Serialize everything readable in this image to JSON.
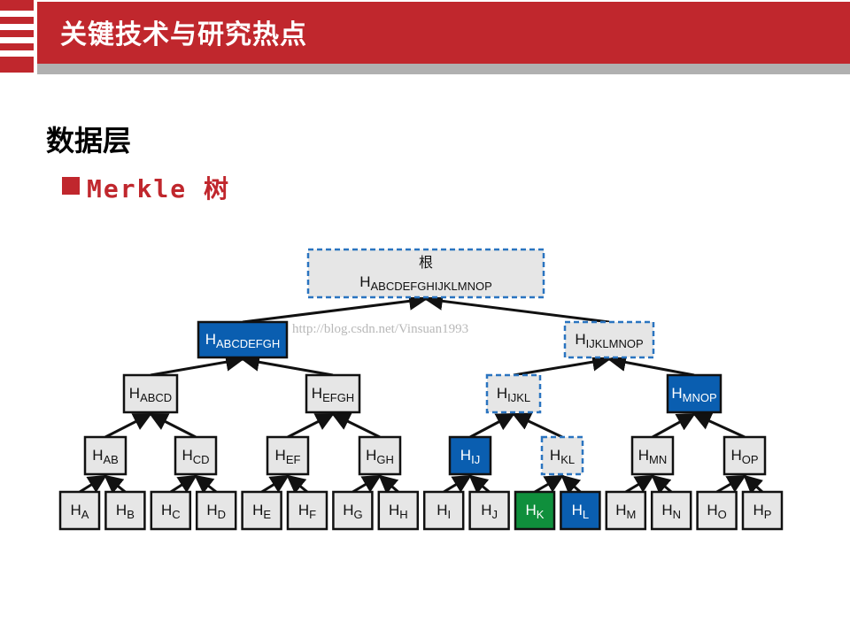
{
  "header": {
    "title": "关键技术与研究热点",
    "accent_color": "#c0272d"
  },
  "section": {
    "title": "数据层",
    "bullet_text": "Merkle 树"
  },
  "diagram": {
    "watermark": "http://blog.csdn.net/Vinsuan1993",
    "root_label": "根",
    "colors": {
      "default_fill": "#e6e6e6",
      "blue_fill": "#0a5eb0",
      "green_fill": "#0f8f3c",
      "dashed_stroke": "#2a74c0",
      "solid_stroke": "#111111"
    },
    "nodes": [
      {
        "id": "root",
        "main": "H",
        "sub": "ABCDEFGHIJKLMNOP",
        "style": "dashed"
      },
      {
        "id": "ABCDEFGH",
        "main": "H",
        "sub": "ABCDEFGH",
        "style": "blue"
      },
      {
        "id": "IJKLMNOP",
        "main": "H",
        "sub": "IJKLMNOP",
        "style": "dashed"
      },
      {
        "id": "ABCD",
        "main": "H",
        "sub": "ABCD",
        "style": "default"
      },
      {
        "id": "EFGH",
        "main": "H",
        "sub": "EFGH",
        "style": "default"
      },
      {
        "id": "IJKL",
        "main": "H",
        "sub": "IJKL",
        "style": "dashed"
      },
      {
        "id": "MNOP",
        "main": "H",
        "sub": "MNOP",
        "style": "blue"
      },
      {
        "id": "AB",
        "main": "H",
        "sub": "AB",
        "style": "default"
      },
      {
        "id": "CD",
        "main": "H",
        "sub": "CD",
        "style": "default"
      },
      {
        "id": "EF",
        "main": "H",
        "sub": "EF",
        "style": "default"
      },
      {
        "id": "GH",
        "main": "H",
        "sub": "GH",
        "style": "default"
      },
      {
        "id": "IJ",
        "main": "H",
        "sub": "IJ",
        "style": "blue"
      },
      {
        "id": "KL",
        "main": "H",
        "sub": "KL",
        "style": "dashed"
      },
      {
        "id": "MN",
        "main": "H",
        "sub": "MN",
        "style": "default"
      },
      {
        "id": "OP",
        "main": "H",
        "sub": "OP",
        "style": "default"
      },
      {
        "id": "A",
        "main": "H",
        "sub": "A",
        "style": "default"
      },
      {
        "id": "B",
        "main": "H",
        "sub": "B",
        "style": "default"
      },
      {
        "id": "C",
        "main": "H",
        "sub": "C",
        "style": "default"
      },
      {
        "id": "D",
        "main": "H",
        "sub": "D",
        "style": "default"
      },
      {
        "id": "E",
        "main": "H",
        "sub": "E",
        "style": "default"
      },
      {
        "id": "F",
        "main": "H",
        "sub": "F",
        "style": "default"
      },
      {
        "id": "G",
        "main": "H",
        "sub": "G",
        "style": "default"
      },
      {
        "id": "H",
        "main": "H",
        "sub": "H",
        "style": "default"
      },
      {
        "id": "I",
        "main": "H",
        "sub": "I",
        "style": "default"
      },
      {
        "id": "J",
        "main": "H",
        "sub": "J",
        "style": "default"
      },
      {
        "id": "K",
        "main": "H",
        "sub": "K",
        "style": "green"
      },
      {
        "id": "L",
        "main": "H",
        "sub": "L",
        "style": "blue"
      },
      {
        "id": "M",
        "main": "H",
        "sub": "M",
        "style": "default"
      },
      {
        "id": "N",
        "main": "H",
        "sub": "N",
        "style": "default"
      },
      {
        "id": "O",
        "main": "H",
        "sub": "O",
        "style": "default"
      },
      {
        "id": "P",
        "main": "H",
        "sub": "P",
        "style": "default"
      }
    ],
    "edges": [
      [
        "ABCDEFGH",
        "root"
      ],
      [
        "IJKLMNOP",
        "root"
      ],
      [
        "ABCD",
        "ABCDEFGH"
      ],
      [
        "EFGH",
        "ABCDEFGH"
      ],
      [
        "IJKL",
        "IJKLMNOP"
      ],
      [
        "MNOP",
        "IJKLMNOP"
      ],
      [
        "AB",
        "ABCD"
      ],
      [
        "CD",
        "ABCD"
      ],
      [
        "EF",
        "EFGH"
      ],
      [
        "GH",
        "EFGH"
      ],
      [
        "IJ",
        "IJKL"
      ],
      [
        "KL",
        "IJKL"
      ],
      [
        "MN",
        "MNOP"
      ],
      [
        "OP",
        "MNOP"
      ],
      [
        "A",
        "AB"
      ],
      [
        "B",
        "AB"
      ],
      [
        "C",
        "CD"
      ],
      [
        "D",
        "CD"
      ],
      [
        "E",
        "EF"
      ],
      [
        "F",
        "EF"
      ],
      [
        "G",
        "GH"
      ],
      [
        "H",
        "GH"
      ],
      [
        "I",
        "IJ"
      ],
      [
        "J",
        "IJ"
      ],
      [
        "K",
        "KL"
      ],
      [
        "L",
        "KL"
      ],
      [
        "M",
        "MN"
      ],
      [
        "N",
        "MN"
      ],
      [
        "O",
        "OP"
      ],
      [
        "P",
        "OP"
      ]
    ]
  }
}
